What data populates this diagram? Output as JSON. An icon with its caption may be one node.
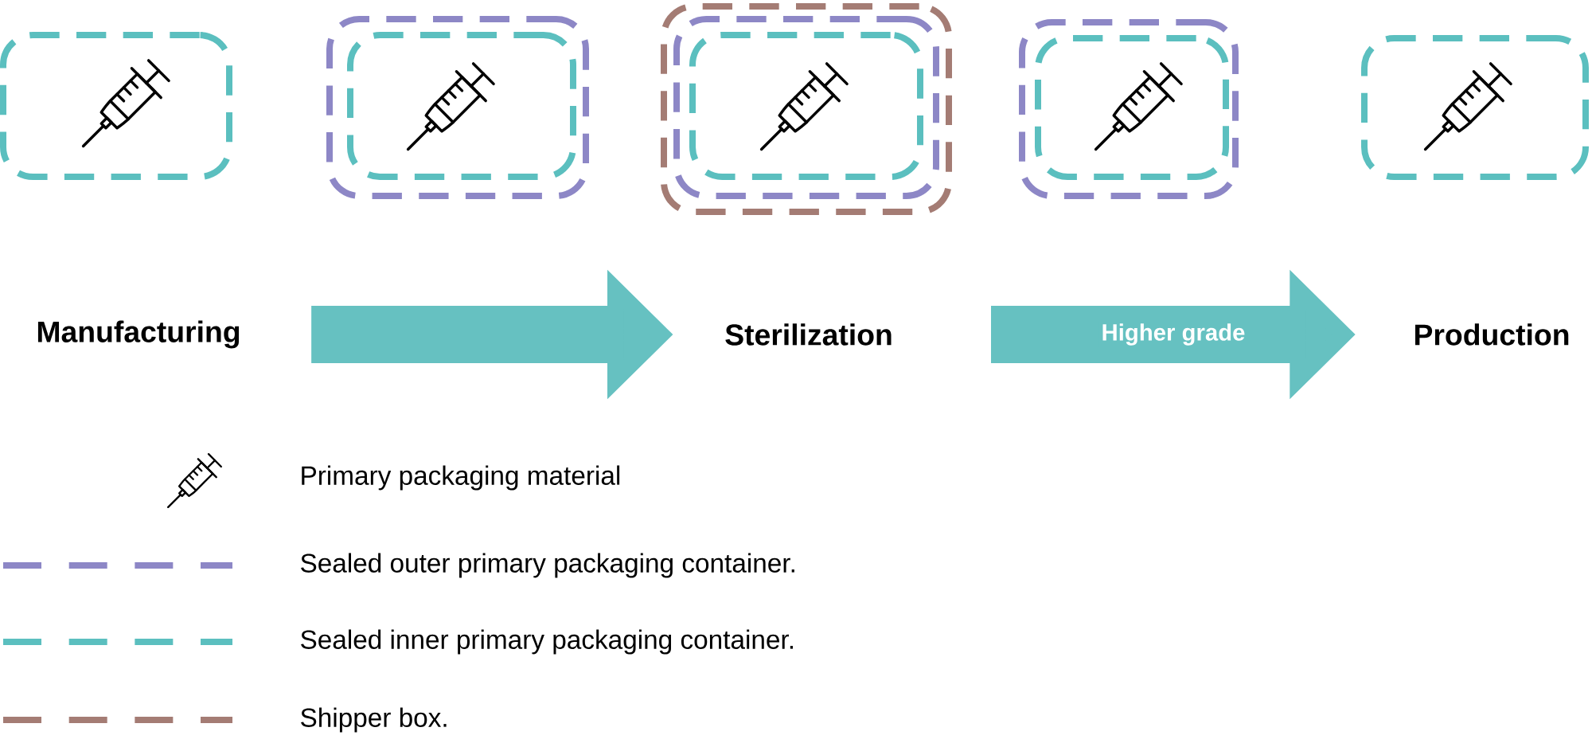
{
  "diagram": {
    "nodes": [
      {
        "text": [],
        "shape": "box"
      },
      {
        "text": [],
        "shape": "box"
      },
      {
        "text": [],
        "shape": "box",
        "in": 1
      },
      {
        "text": [],
        "shape": "box"
      },
      {
        "text": [],
        "shape": "box",
        "in": 3
      },
      {
        "text": [],
        "shape": "box",
        "in": 4
      },
      {
        "text": [],
        "shape": "box"
      },
      {
        "text": [],
        "shape": "box",
        "in": 6
      },
      {
        "text": [],
        "shape": "box"
      },
      {
        "text": [
          "Manufacturing"
        ]
      },
      {
        "text": [
          "Sterilization"
        ]
      },
      {
        "text": [
          "Production"
        ]
      }
    ],
    "edges": [
      {
        "from": 9,
        "to": 10,
        "arrow": "to"
      },
      {
        "from": 10,
        "to": 11,
        "arrow": "to",
        "label": "Higher grade"
      }
    ],
    "legend": [
      {
        "text": "Primary packaging material"
      },
      {
        "text": "Sealed outer primary packaging container."
      },
      {
        "text": "Sealed inner primary packaging container."
      },
      {
        "text": "Shipper box."
      }
    ]
  }
}
